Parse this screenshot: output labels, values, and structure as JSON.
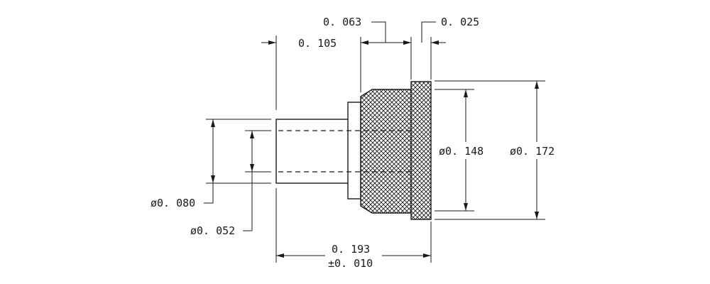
{
  "dimensions": {
    "len_tail": "0. 105",
    "len_collar": "0. 063",
    "len_flange": "0. 025",
    "dia_knurl": "ø0. 148",
    "dia_flange": "ø0. 172",
    "dia_tail_outer": "ø0. 080",
    "dia_tail_inner": "ø0. 052",
    "overall_length": "0. 193",
    "overall_tolerance": "±0. 010"
  }
}
